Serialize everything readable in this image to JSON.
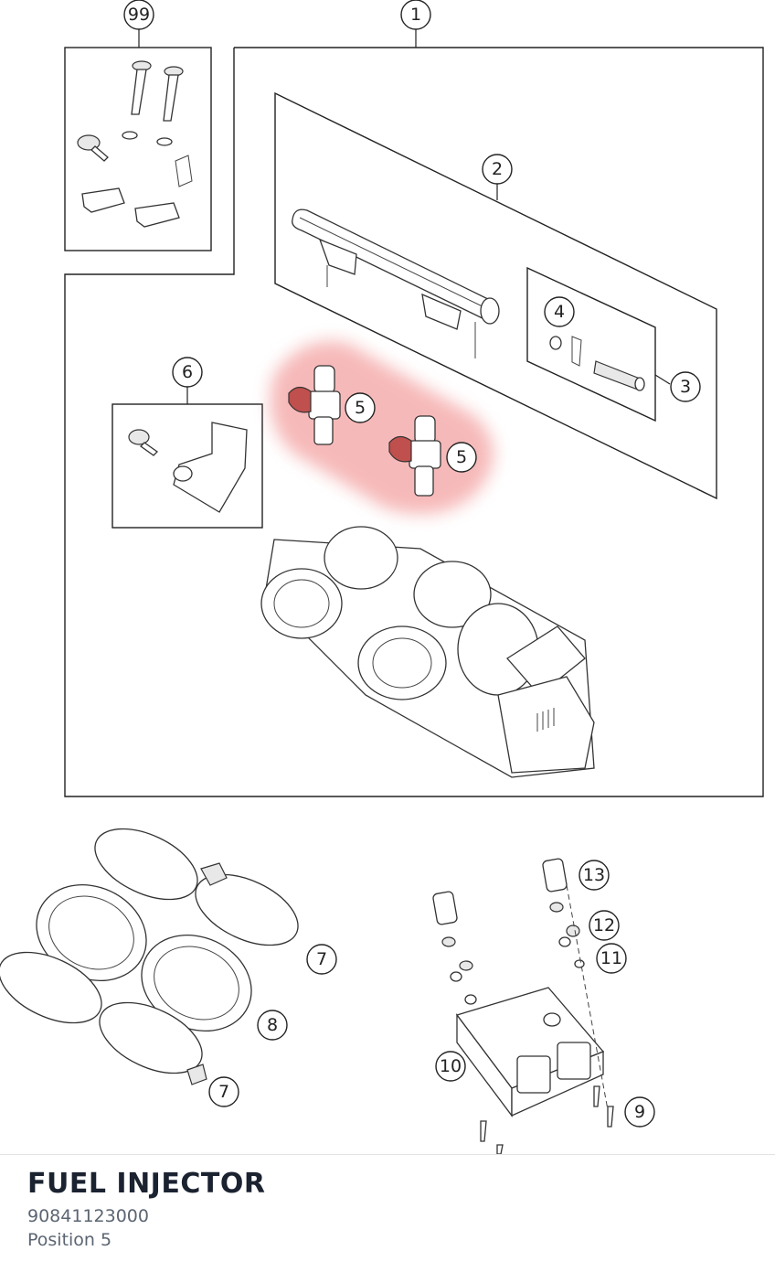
{
  "diagram": {
    "callouts": [
      "1",
      "2",
      "3",
      "4",
      "5",
      "5",
      "6",
      "7",
      "7",
      "8",
      "9",
      "10",
      "11",
      "12",
      "13",
      "99"
    ],
    "highlight_color": "#f08080",
    "highlighted_position": "5"
  },
  "part": {
    "title": "FUEL INJECTOR",
    "number": "90841123000",
    "position": "Position 5"
  }
}
